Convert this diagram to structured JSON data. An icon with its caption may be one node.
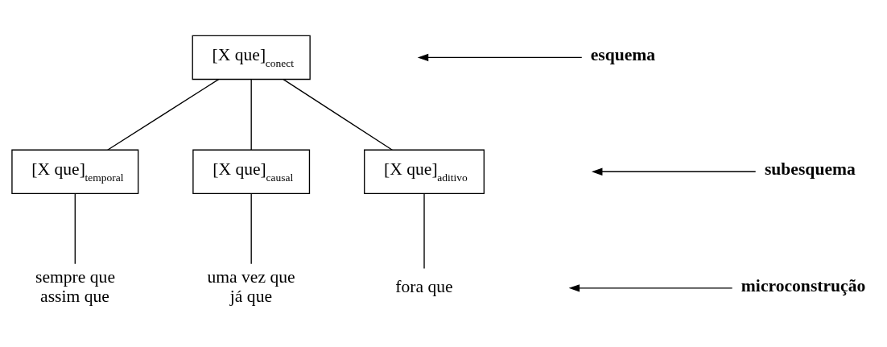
{
  "diagram": {
    "nodes": [
      {
        "text": [
          "[X que]$_{conect}$"
        ]
      },
      {
        "text": [
          "[X que]$_{temporal}$"
        ]
      },
      {
        "text": [
          "[X que]$_{causal}$"
        ]
      },
      {
        "text": [
          "[X que]$_{aditivo}$"
        ]
      },
      {
        "text": [
          "sempre que",
          "assim que"
        ]
      },
      {
        "text": [
          "uma vez que",
          "já que"
        ]
      },
      {
        "text": [
          "fora que"
        ]
      },
      {
        "text": [
          "esquema"
        ]
      },
      {
        "text": [
          "subesquema"
        ]
      },
      {
        "text": [
          "microconstrução"
        ]
      }
    ],
    "edges": [
      {
        "from": 0,
        "to": 1,
        "arrow": "none"
      },
      {
        "from": 0,
        "to": 2,
        "arrow": "none"
      },
      {
        "from": 0,
        "to": 3,
        "arrow": "none"
      },
      {
        "from": 1,
        "to": 4,
        "arrow": "none"
      },
      {
        "from": 2,
        "to": 5,
        "arrow": "none"
      },
      {
        "from": 3,
        "to": 6,
        "arrow": "none"
      },
      {
        "from": 7,
        "to": null,
        "arrow": "to"
      },
      {
        "from": 8,
        "to": null,
        "arrow": "to"
      },
      {
        "from": 9,
        "to": null,
        "arrow": "to"
      }
    ]
  }
}
